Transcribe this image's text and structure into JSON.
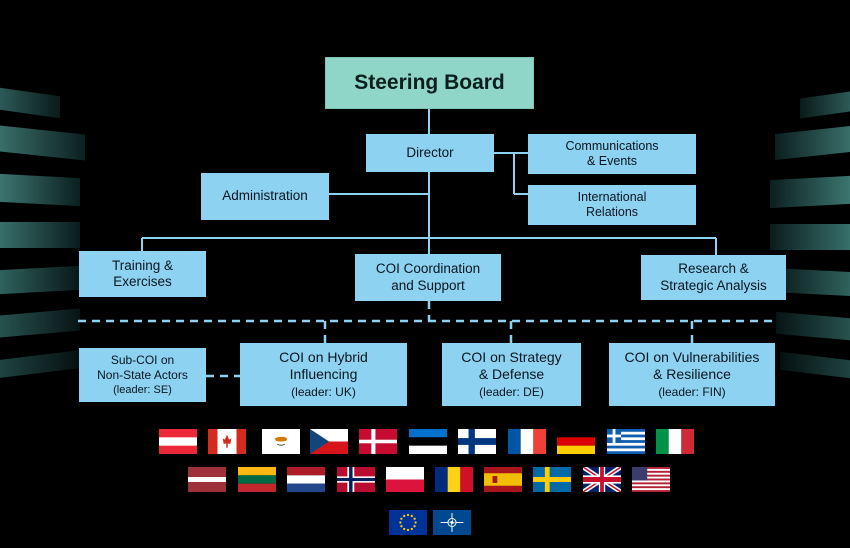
{
  "org_chart": {
    "steering_board": "Steering Board",
    "director": "Director",
    "administration": "Administration",
    "communications": [
      "Communications",
      "& Events"
    ],
    "international": [
      "International",
      "Relations"
    ],
    "training": [
      "Training &",
      "Exercises"
    ],
    "coi_coordination": [
      "COI Coordination",
      "and Support"
    ],
    "research": [
      "Research &",
      "Strategic Analysis"
    ],
    "sub_coi": {
      "title": [
        "Sub-COI on",
        "Non-State Actors"
      ],
      "leader": "(leader: SE)"
    },
    "coi_hybrid": {
      "title": [
        "COI on Hybrid",
        "Influencing"
      ],
      "leader": "(leader: UK)"
    },
    "coi_strategy": {
      "title": [
        "COI on Strategy",
        "& Defense"
      ],
      "leader": "(leader: DE)"
    },
    "coi_vulnerabilities": {
      "title": [
        "COI on Vulnerabilities",
        "& Resilience"
      ],
      "leader": "(leader: FIN)"
    }
  },
  "colors": {
    "box": "#8dd2f1",
    "steering": "#8fd6c9",
    "connector": "#8dd2f1",
    "background": "#000000"
  },
  "flags": {
    "row1": [
      "austria-flag",
      "canada-flag",
      "cyprus-flag",
      "czech-flag",
      "denmark-flag",
      "estonia-flag",
      "finland-flag",
      "france-flag",
      "germany-flag",
      "greece-flag",
      "italy-flag"
    ],
    "row2": [
      "latvia-flag",
      "lithuania-flag",
      "netherlands-flag",
      "norway-flag",
      "poland-flag",
      "romania-flag",
      "spain-flag",
      "sweden-flag",
      "uk-flag",
      "usa-flag"
    ],
    "row3": [
      "eu-flag",
      "nato-flag"
    ]
  }
}
